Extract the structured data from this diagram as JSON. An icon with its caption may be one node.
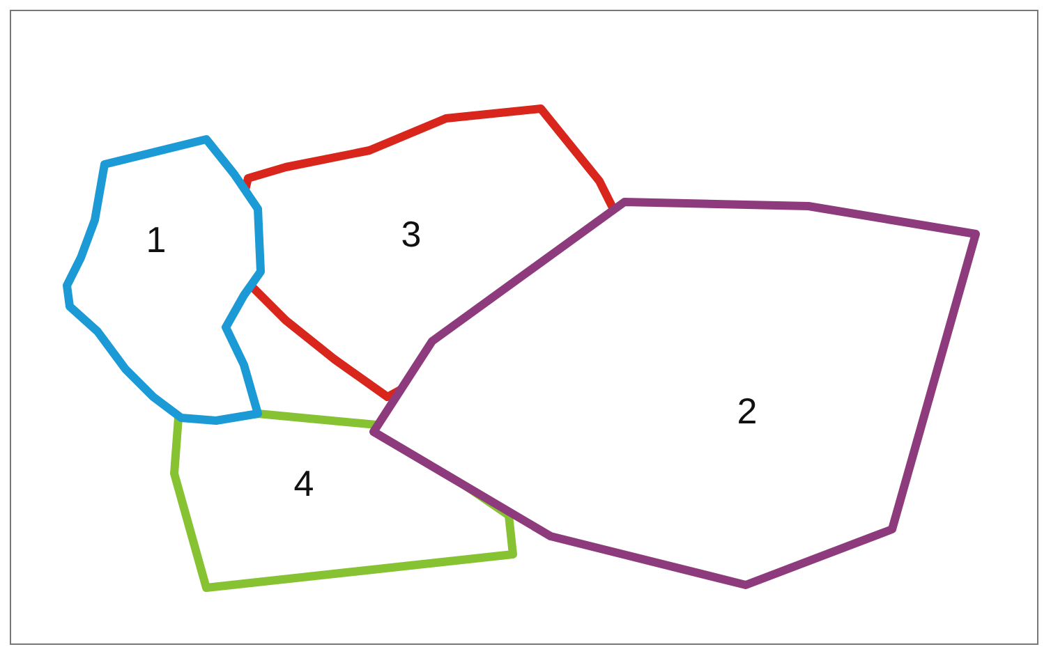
{
  "diagram": {
    "nodes": [
      {
        "text": [
          "1"
        ]
      },
      {
        "text": [
          "3"
        ]
      },
      {
        "text": [
          "2"
        ]
      },
      {
        "text": [
          "4"
        ]
      }
    ]
  }
}
